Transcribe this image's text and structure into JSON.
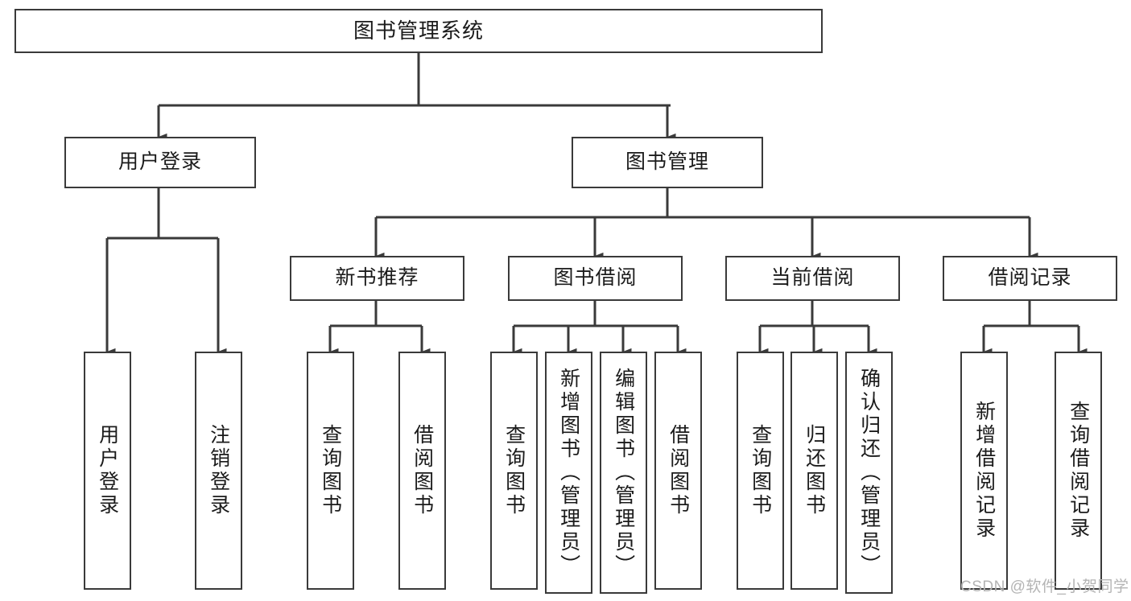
{
  "diagram": {
    "title": "图书管理系统",
    "watermark": "CSDN @软件_小贺同学",
    "colors": {
      "stroke": "#3a3a3a",
      "background": "#ffffff",
      "text": "#1b1b1b",
      "watermark": "#b4b4b4"
    },
    "levels": {
      "root": {
        "label": "图书管理系统"
      },
      "level2": [
        {
          "label": "用户登录"
        },
        {
          "label": "图书管理"
        }
      ],
      "level3": [
        {
          "label": "新书推荐"
        },
        {
          "label": "图书借阅"
        },
        {
          "label": "当前借阅"
        },
        {
          "label": "借阅记录"
        }
      ],
      "leaves": {
        "user_login": [
          {
            "label": "用户登录"
          },
          {
            "label": "注销登录"
          }
        ],
        "new_book": [
          {
            "label": "查询图书"
          },
          {
            "label": "借阅图书"
          }
        ],
        "book_borrow": [
          {
            "label": "查询图书"
          },
          {
            "label": "新增图书（管理员）"
          },
          {
            "label": "编辑图书（管理员）"
          },
          {
            "label": "借阅图书"
          }
        ],
        "current_borrow": [
          {
            "label": "查询图书"
          },
          {
            "label": "归还图书"
          },
          {
            "label": "确认归还（管理员）"
          }
        ],
        "borrow_record": [
          {
            "label": "新增借阅记录"
          },
          {
            "label": "查询借阅记录"
          }
        ]
      }
    }
  }
}
